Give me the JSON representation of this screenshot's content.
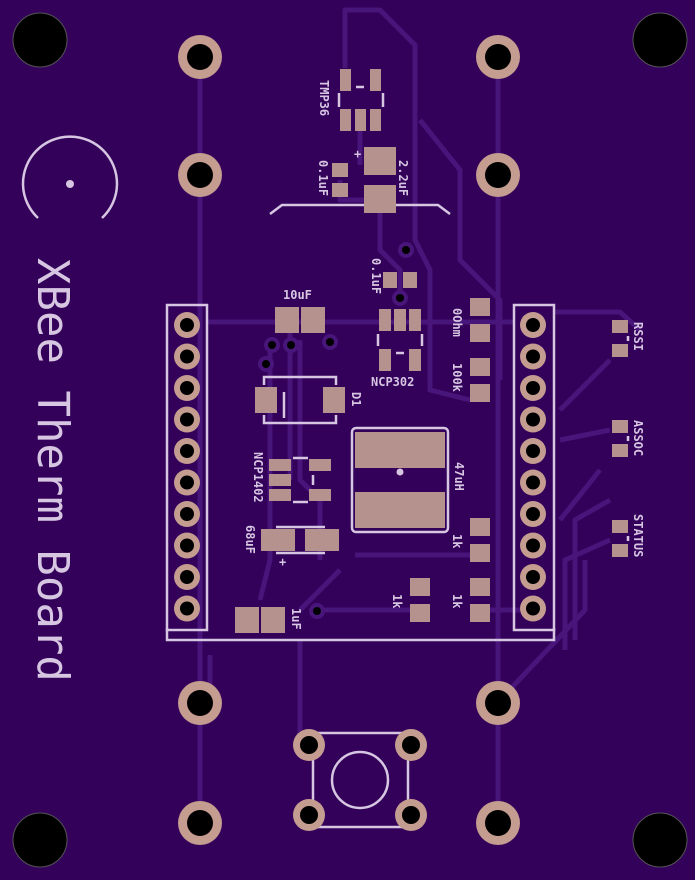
{
  "board": {
    "title": "XBee Therm Board",
    "colors": {
      "substrate": "#33005a",
      "trace": "#48157a",
      "pad": "#b6928e",
      "silkscreen": "#d6c6e2",
      "drill": "#000000"
    }
  },
  "components": {
    "tmp36": "TMP36",
    "c_tmp": "0.1uF",
    "c_22": "2.2uF",
    "c_ncp302": "0.1uF",
    "c_10": "10uF",
    "ncp302": "NCP302",
    "r_0ohm": "0Ohm",
    "r_100k": "100k",
    "diode": "D1",
    "ncp1402": "NCP1402",
    "inductor": "47uH",
    "c_68": "68uF",
    "c_1": "1uF",
    "r_1k_a": "1k",
    "r_1k_b": "1k",
    "r_1k_c": "1k",
    "led_rssi": "RSSI",
    "led_assoc": "ASSOC",
    "led_status": "STATUS",
    "plus_a": "+",
    "plus_b": "+"
  }
}
